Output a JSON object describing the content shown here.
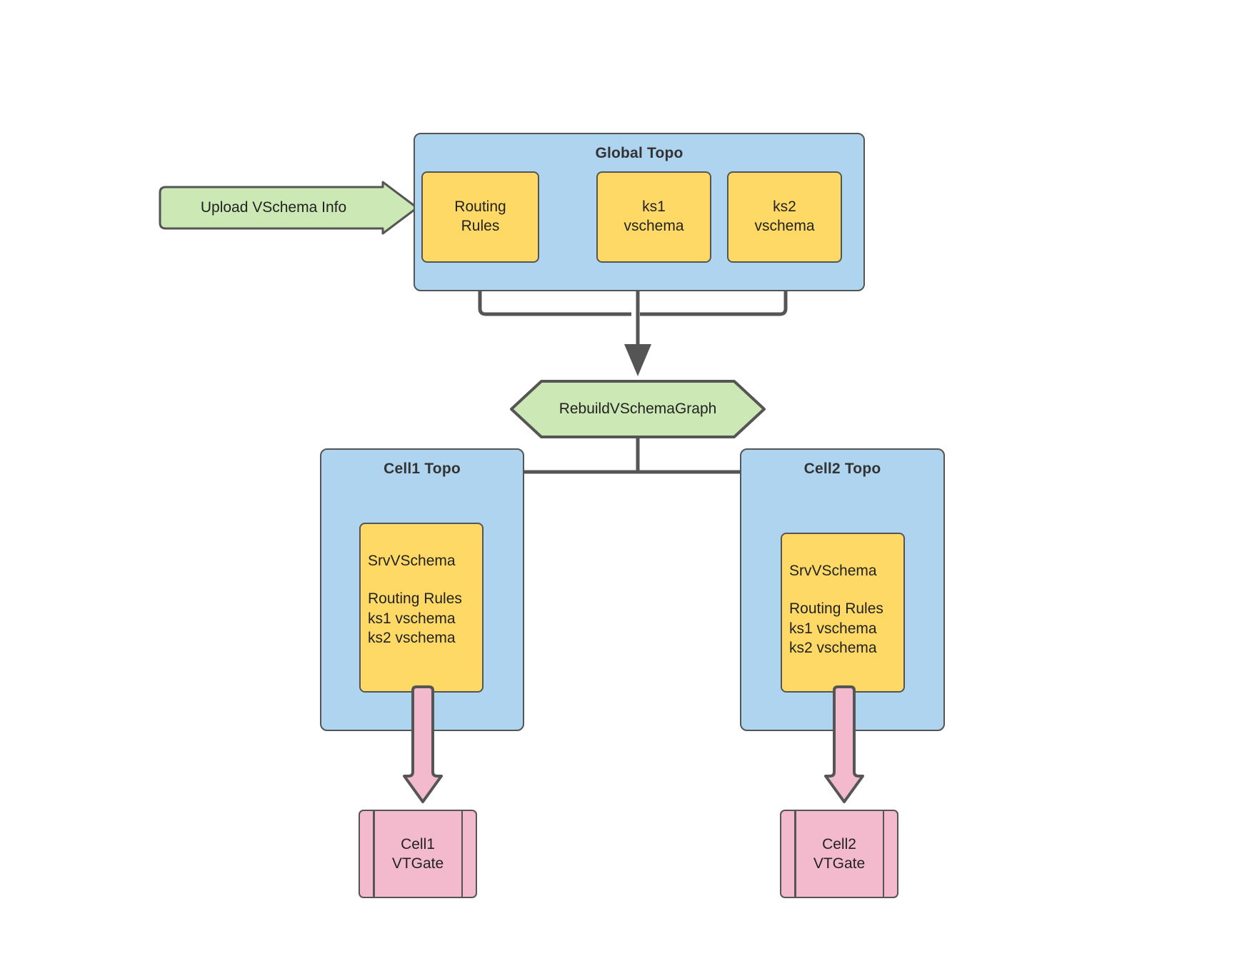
{
  "diagram": {
    "title_implicit": "Vitess VSchema rebuild flow",
    "colors": {
      "topo_fill": "#aed4f0",
      "data_fill": "#ffd966",
      "process_fill": "#f3b9cd",
      "action_fill": "#cce8b5",
      "stroke": "#555555",
      "text": "#222222",
      "background": "#ffffff"
    }
  },
  "input_arrow": {
    "label": "Upload VSchema Info",
    "shape": "right-arrow",
    "fill": "#cce8b5"
  },
  "global_topo": {
    "title": "Global Topo",
    "boxes": [
      {
        "id": "routing-rules",
        "line1": "Routing",
        "line2": "Rules"
      },
      {
        "id": "ks1-vschema",
        "line1": "ks1",
        "line2": "vschema"
      },
      {
        "id": "ks2-vschema",
        "line1": "ks2",
        "line2": "vschema"
      }
    ]
  },
  "rebuild_step": {
    "label": "RebuildVSchemaGraph",
    "shape": "hexagon",
    "fill": "#cce8b5"
  },
  "cells": [
    {
      "id": "cell1",
      "topo_title": "Cell1 Topo",
      "srv": {
        "heading": "SrvVSchema",
        "items": [
          "Routing Rules",
          "ks1 vschema",
          "ks2 vschema"
        ]
      },
      "vtgate": {
        "line1": "Cell1",
        "line2": "VTGate"
      }
    },
    {
      "id": "cell2",
      "topo_title": "Cell2 Topo",
      "srv": {
        "heading": "SrvVSchema",
        "items": [
          "Routing Rules",
          "ks1 vschema",
          "ks2 vschema"
        ]
      },
      "vtgate": {
        "line1": "Cell2",
        "line2": "VTGate"
      }
    }
  ]
}
